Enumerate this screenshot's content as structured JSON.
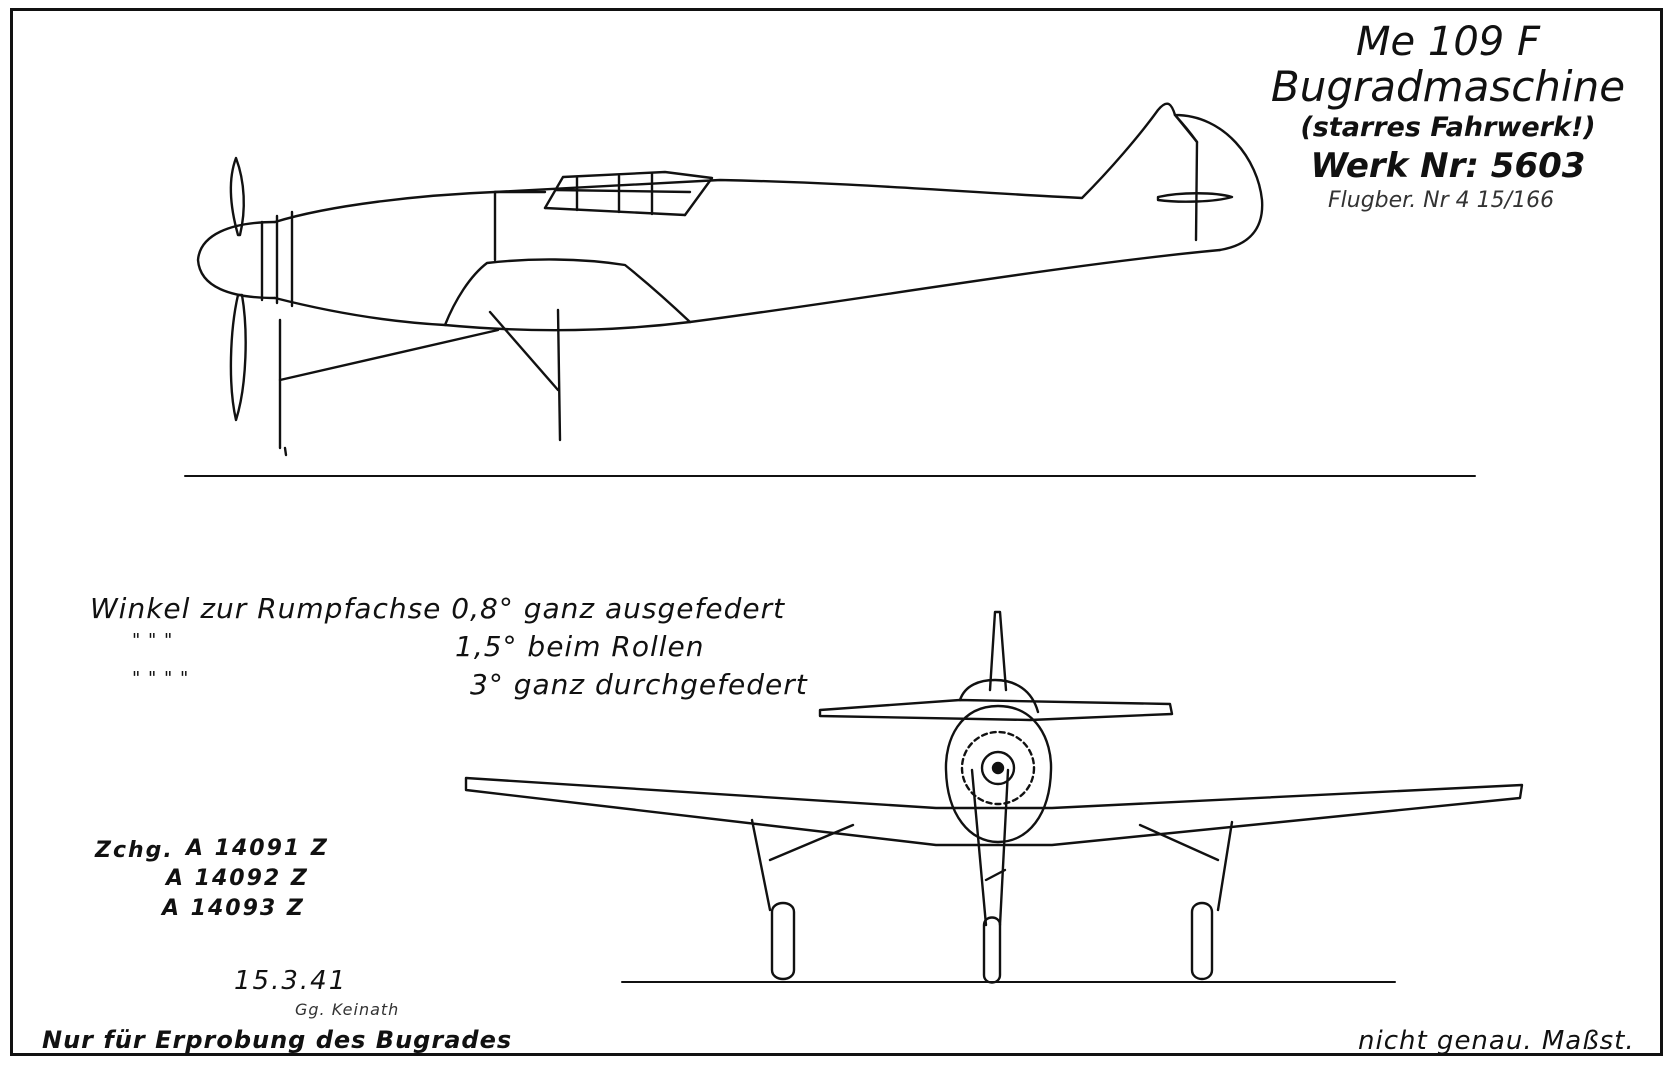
{
  "title": {
    "model": "Me 109 F",
    "subtitle": "Bugradmaschine",
    "note": "(starres Fahrwerk!)",
    "werk_nr": "Werk Nr: 5603",
    "flugber": "Flugber. Nr 4 15/166"
  },
  "angles": {
    "row1": "Winkel zur Rumpfachse 0,8° ganz ausgefedert",
    "row2_marks": "\"          \"          \"",
    "row2": "1,5° beim Rollen",
    "row3_marks": "\"       \"       \"       \"",
    "row3": "3°  ganz durchgefedert"
  },
  "drawings": {
    "label": "Zchg.",
    "numbers": [
      "A 14091 Z",
      "A 14092 Z",
      "A 14093 Z"
    ]
  },
  "date": "15.3.41",
  "signature": "Gg. Keinath",
  "footer_left": "Nur für Erprobung des Bugrades",
  "footer_right": "nicht genau. Maßst.",
  "colors": {
    "ink": "#111111",
    "paper": "#ffffff"
  }
}
